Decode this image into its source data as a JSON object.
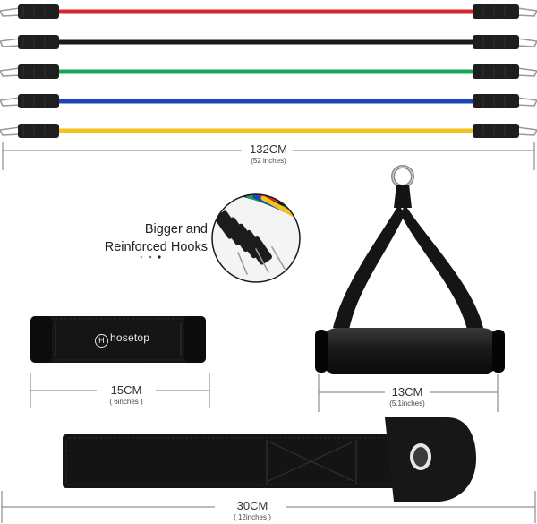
{
  "bands": [
    {
      "name": "red",
      "color": "#d8262c"
    },
    {
      "name": "black",
      "color": "#1a1a1a"
    },
    {
      "name": "green",
      "color": "#17a55a"
    },
    {
      "name": "blue",
      "color": "#1c44b8"
    },
    {
      "name": "yellow",
      "color": "#f3c21b"
    }
  ],
  "band_length": {
    "main": "132CM",
    "sub": "(52 inches)"
  },
  "callout": {
    "line1": "Bigger and",
    "line2": "Reinforced Hooks"
  },
  "ankle_strap": {
    "brand": "hosetop",
    "brand_mark": "H",
    "main": "15CM",
    "sub": "( 6inches )"
  },
  "handle": {
    "main": "13CM",
    "sub": "(5.1inches)"
  },
  "door_anchor": {
    "main": "30CM",
    "sub": "( 12inches )"
  }
}
